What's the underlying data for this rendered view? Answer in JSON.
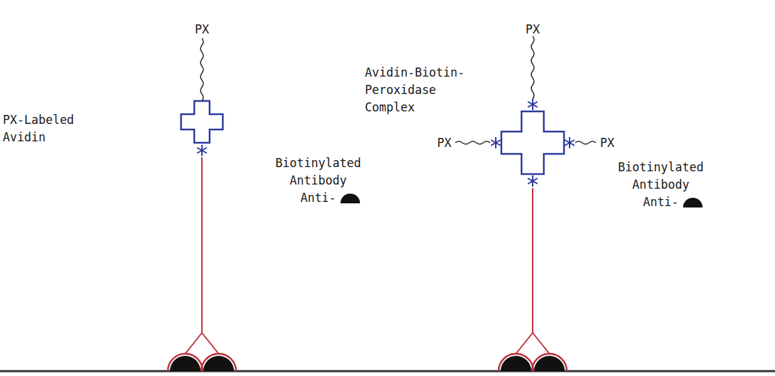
{
  "diagram": {
    "labels": [
      "PX",
      "PX",
      "Avidin-Biotin-Peroxidase Complex",
      "PX-Labeled Avidin",
      "PX",
      "PX",
      "Biotinylated Antibody Anti-",
      "Biotinylated Antibody Anti-"
    ]
  }
}
